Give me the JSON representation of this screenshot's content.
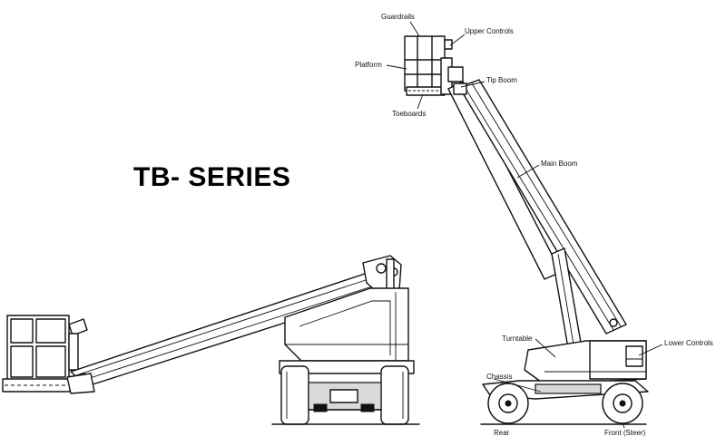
{
  "title": "TB- SERIES",
  "labels": {
    "guardrails": "Guardrails",
    "upper_controls": "Upper Controls",
    "platform": "Platform",
    "tip_boom": "Tip Boom",
    "toeboards": "Toeboards",
    "main_boom": "Main Boom",
    "turntable": "Turntable",
    "lower_controls": "Lower Controls",
    "chassis": "Chassis",
    "rear": "Rear",
    "front_steer": "Front (Steer)"
  },
  "colors": {
    "ink": "#111111",
    "background": "#ffffff"
  }
}
